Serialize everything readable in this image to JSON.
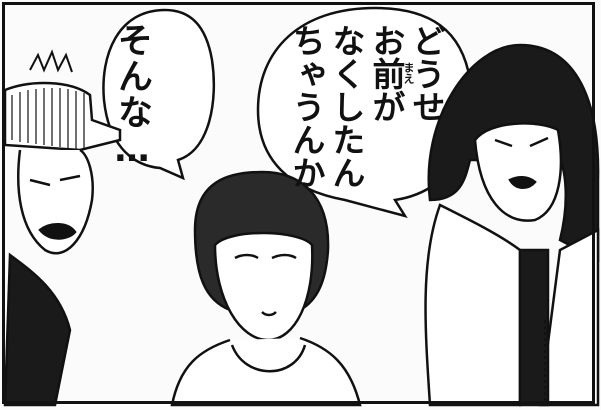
{
  "panel": {
    "bubbles": [
      {
        "speaker": "girl",
        "lines": [
          "そんな…"
        ]
      },
      {
        "speaker": "young-man",
        "lines": [
          "どうせ",
          "お前が",
          "なくしたん",
          "ちゃうんか"
        ],
        "ruby": {
          "base": "前",
          "reading": "まえ"
        }
      }
    ]
  }
}
